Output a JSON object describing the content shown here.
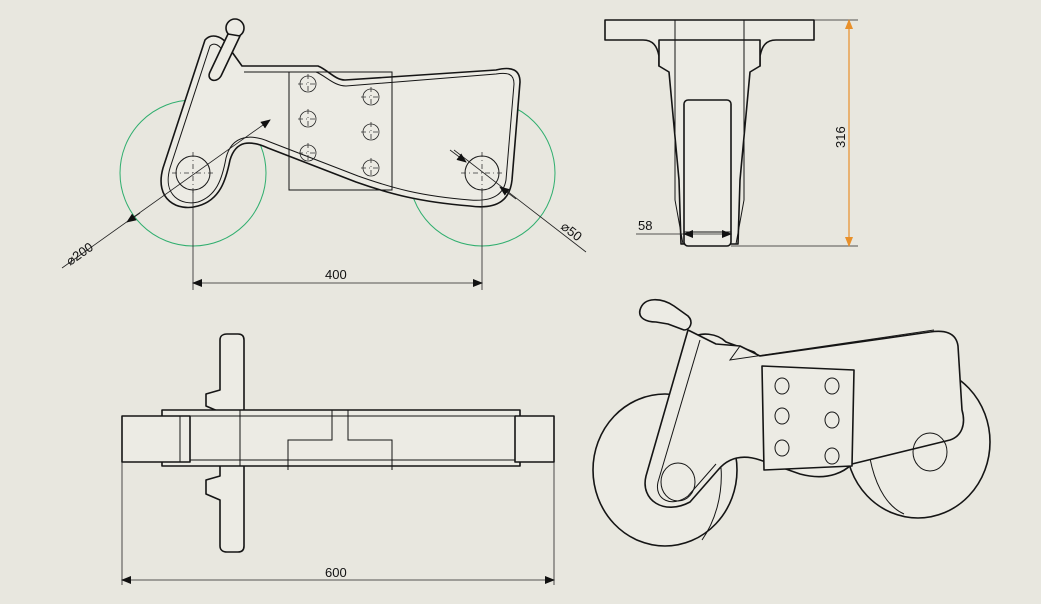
{
  "dimensions": {
    "dia_wheel": "200",
    "dia_axle": "50",
    "wheel_spacing": "400",
    "wheel_width": "58",
    "height": "316",
    "length": "600"
  },
  "colors": {
    "background": "#e8e7df",
    "line": "#151515",
    "wheel_circle": "#2fae6e",
    "height_dim": "#e8902a"
  }
}
